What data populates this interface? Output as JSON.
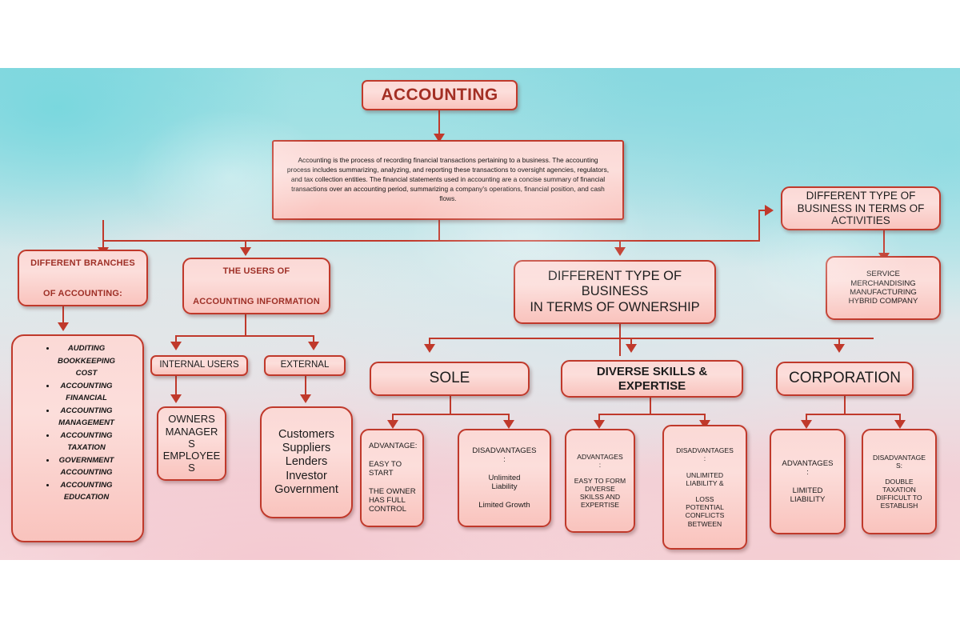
{
  "canvas": {
    "background_top": "#8fd9e0",
    "background_bottom": "#f6dce0",
    "node_border": "#c0392b",
    "node_fill": "#fbd9d6",
    "title_color": "#a32f24"
  },
  "nodes": {
    "title": "ACCOUNTING",
    "description": "Accounting is the process of recording financial transactions pertaining to a business. The accounting process includes summarizing, analyzing, and reporting these transactions to oversight agencies, regulators, and tax collection entities. The financial statements used in accounting are a concise summary of financial transactions over an accounting period, summarizing a company's operations, financial position, and cash flows.",
    "branches_header_line1": "DIFFERENT BRANCHES",
    "branches_header_line2": "OF ACCOUNTING:",
    "branches_list": [
      "AUDITING\nBOOKKEEPING\nCOST",
      "ACCOUNTING\nFINANCIAL",
      "ACCOUNTING\nMANAGEMENT",
      "ACCOUNTING\nTAXATION",
      "GOVERNMENT\nACCOUNTING",
      "ACCOUNTING\nEDUCATION"
    ],
    "users_header_line1": "THE USERS OF",
    "users_header_line2": "ACCOUNTING INFORMATION",
    "internal_users_label": "INTERNAL USERS",
    "internal_users_body": "OWNERS\nMANAGER\nS\nEMPLOYEE\nS",
    "external_label": "EXTERNAL",
    "external_body": "Customers\nSuppliers\nLenders\nInvestor\nGovernment",
    "ownership_header": "DIFFERENT TYPE OF BUSINESS\nIN TERMS OF OWNERSHIP",
    "activities_header": "DIFFERENT TYPE OF\nBUSINESS IN TERMS OF\nACTIVITIES",
    "activities_body": "SERVICE\nMERCHANDISING\nMANUFACTURING\nHYBRID COMPANY",
    "sole_label": "SOLE",
    "sole_advantage": "ADVANTAGE:\n\nEASY TO START\n\nTHE OWNER\nHAS FULL\nCONTROL",
    "sole_disadvantage": "DISADVANTAGES\n:\n\nUnlimited\nLiability\n\nLimited Growth",
    "partnership_label": "DIVERSE SKILLS &\nEXPERTISE",
    "partnership_advantage": "ADVANTAGES\n:\n\nEASY TO FORM\nDIVERSE\nSKILSS AND\nEXPERTISE",
    "partnership_disadvantage": "DISADVANTAGES\n:\n\nUNLIMITED\nLIABILITY &\n\nLOSS\nPOTENTIAL\nCONFLICTS\nBETWEEN",
    "corporation_label": "CORPORATION",
    "corporation_advantage": "ADVANTAGES\n:\n\nLIMITED\nLIABILITY",
    "corporation_disadvantage": "DISADVANTAGE\nS:\n\nDOUBLE\nTAXATION\nDIFFICULT TO\nESTABLISH"
  }
}
